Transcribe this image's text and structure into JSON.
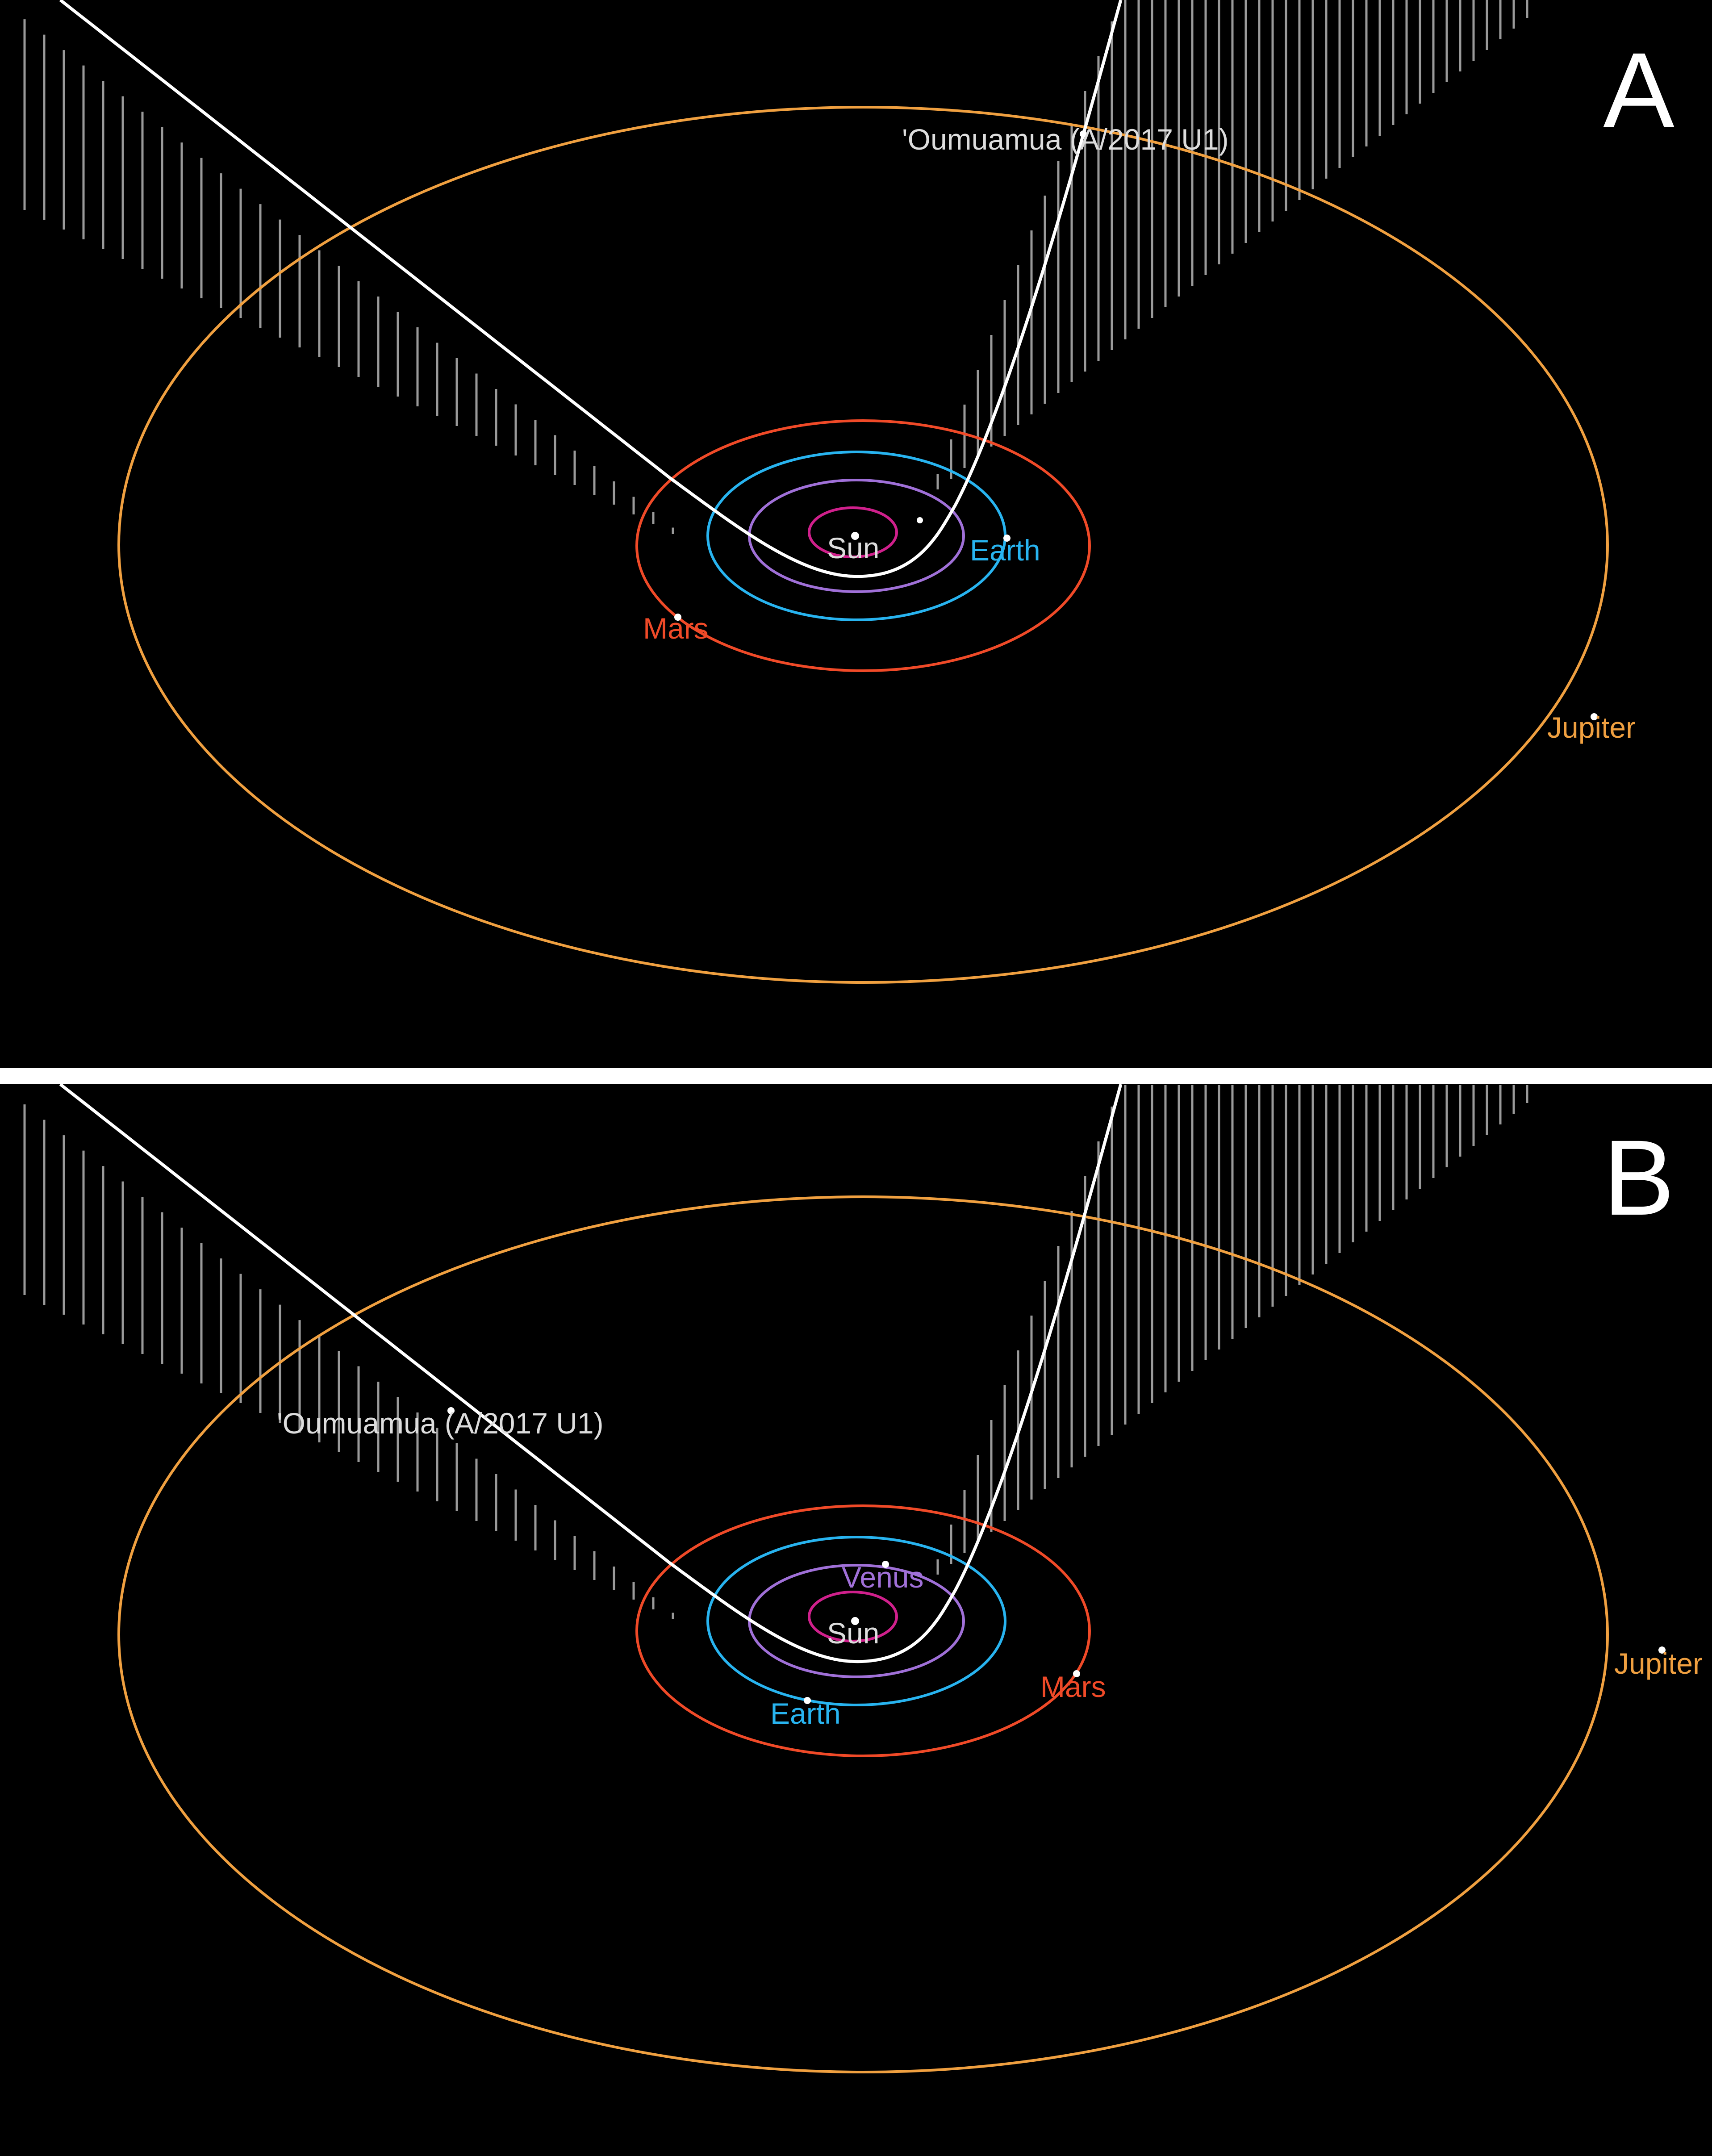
{
  "panels": [
    {
      "letter": "A",
      "bodies": {
        "sun": "Sun",
        "earth": "Earth",
        "mars": "Mars",
        "jupiter": "Jupiter",
        "oumuamua": "'Oumuamua (A/2017 U1)"
      }
    },
    {
      "letter": "B",
      "bodies": {
        "sun": "Sun",
        "venus": "Venus",
        "earth": "Earth",
        "mars": "Mars",
        "jupiter": "Jupiter",
        "oumuamua": "'Oumuamua (A/2017 U1)"
      }
    }
  ],
  "colors": {
    "background": "#000000",
    "separator": "#ffffff",
    "trajectory": "#ffffff",
    "ecliptic_drop_lines": "#9a9a9a",
    "mercury_orbit": "#d0208c",
    "venus_orbit": "#a070d8",
    "earth_orbit": "#28b4f0",
    "mars_orbit": "#f04a28",
    "jupiter_orbit": "#f0a040",
    "sun_label": "#dddddd",
    "venus_label": "#a070d8",
    "earth_label": "#28b4f0",
    "mars_label": "#f04a28",
    "jupiter_label": "#f0a040",
    "oumuamua_label": "#dddddd"
  }
}
